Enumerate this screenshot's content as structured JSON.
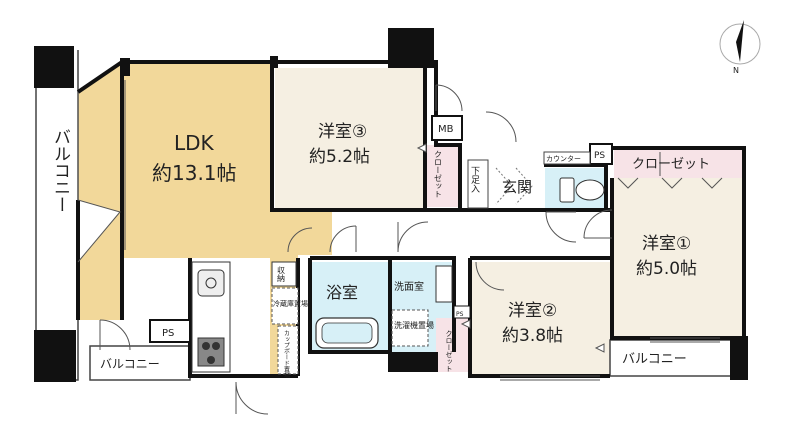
{
  "rooms": {
    "ldk": {
      "name": "LDK",
      "size": "約13.1帖"
    },
    "western3": {
      "name": "洋室③",
      "size": "約5.2帖"
    },
    "western1": {
      "name": "洋室①",
      "size": "約5.0帖"
    },
    "western2": {
      "name": "洋室②",
      "size": "約3.8帖"
    },
    "bath": "浴室",
    "washroom": "洗面室",
    "entrance": "玄関"
  },
  "labels": {
    "balcony_left": "バルコニー",
    "balcony_small": "バルコニー",
    "balcony_right": "バルコニー",
    "mb": "MB",
    "ps_top": "PS",
    "ps_mid": "PS",
    "ps_small": "PS",
    "closet_top": "クローゼット",
    "closet_wall_3": "クローゼット",
    "closet_wall_2": "クローゼット",
    "counter": "カウンター",
    "shoe_box": "下足入",
    "storage": "収納",
    "fridge": "冷蔵庫置場",
    "cupboard": "カップボード置場",
    "washer": "洗濯機置場"
  },
  "compass": {
    "north": "N"
  },
  "colors": {
    "ldk_floor": "#f2d89a",
    "room_floor": "#f5efe2",
    "wet_floor": "#d7f0f7",
    "closet": "#f7e3e7",
    "wall": "#111111",
    "hall": "#ffffff"
  }
}
